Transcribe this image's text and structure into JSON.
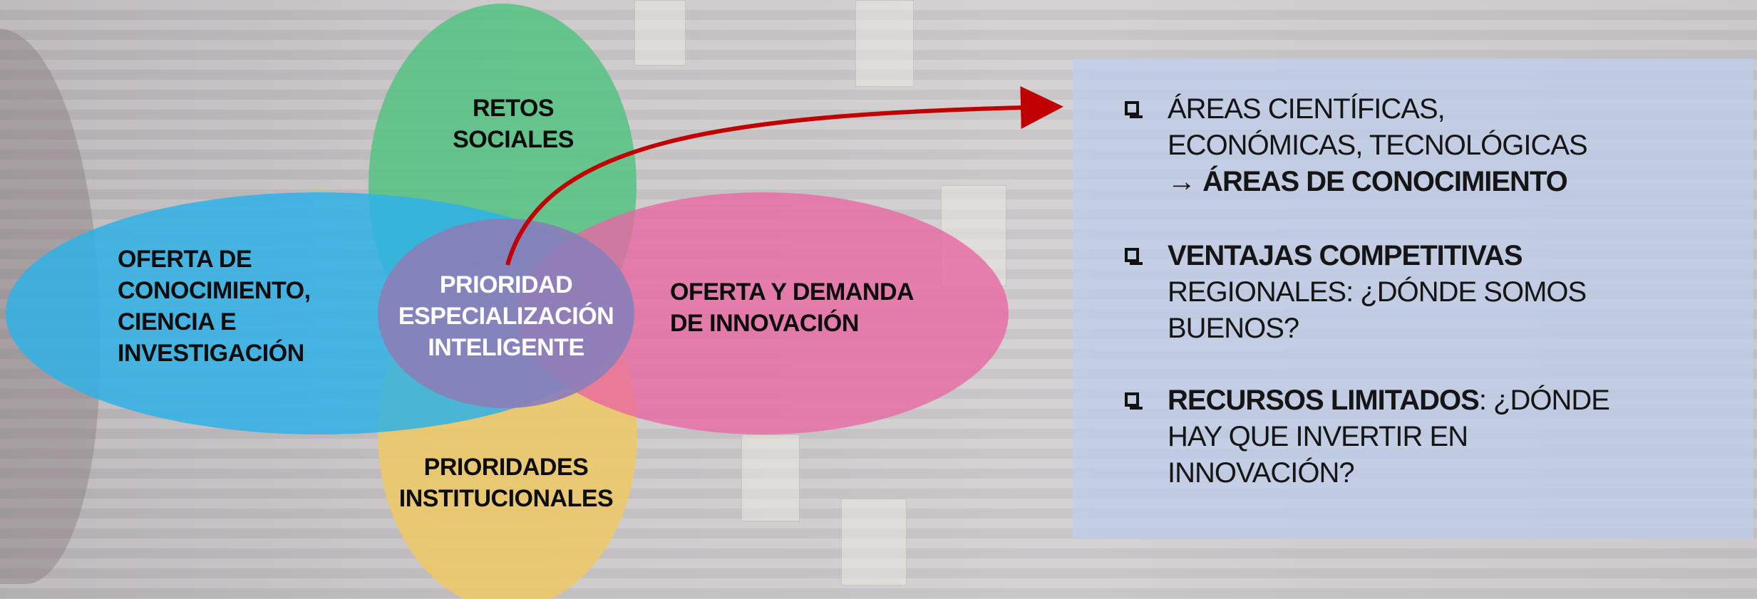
{
  "venn": {
    "top": [
      "RETOS",
      "SOCIALES"
    ],
    "left": [
      "OFERTA DE",
      "CONOCIMIENTO,",
      "CIENCIA E",
      "INVESTIGACIÓN"
    ],
    "right": [
      "OFERTA Y DEMANDA",
      "DE INNOVACIÓN"
    ],
    "bottom": [
      "PRIORIDADES",
      "INSTITUCIONALES"
    ],
    "center": [
      "PRIORIDAD",
      "ESPECIALIZACIÓN",
      "INTELIGENTE"
    ]
  },
  "colors": {
    "green": "#4fc27f",
    "blue": "#2fb2e6",
    "pink": "#e868a3",
    "yellow": "#edc866",
    "center": "#8a7fb8",
    "arrow": "#c00000",
    "panel": "#bfcdea"
  },
  "panel": {
    "bullet1": {
      "line1": "ÁREAS CIENTÍFICAS,",
      "line2": "ECONÓMICAS, TECNOLÓGICAS",
      "arrow": "→",
      "bold": "ÁREAS DE CONOCIMIENTO"
    },
    "bullet2": {
      "bold": "VENTAJAS COMPETITIVAS",
      "line2": "REGIONALES: ¿DÓNDE SOMOS",
      "line3": "BUENOS?"
    },
    "bullet3": {
      "bold": "RECURSOS LIMITADOS",
      "rest": ": ¿DÓNDE",
      "line2": "HAY QUE INVERTIR EN",
      "line3": "INNOVACIÓN?"
    }
  }
}
